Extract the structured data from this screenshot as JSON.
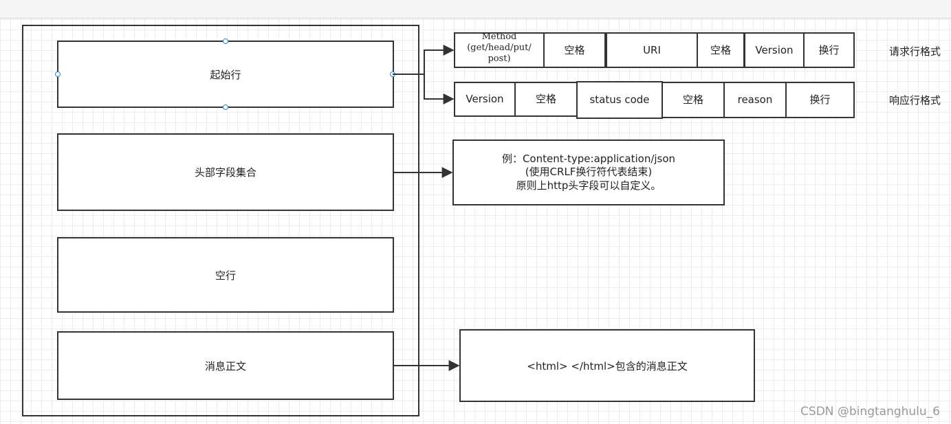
{
  "sections": {
    "start_line": "起始行",
    "headers": "头部字段集合",
    "blank_line": "空行",
    "body": "消息正文"
  },
  "request_line": {
    "label": "请求行格式",
    "method_lines": [
      "Method",
      "(get/head/put/",
      "post)"
    ],
    "space1": "空格",
    "uri": "URI",
    "space2": "空格",
    "version": "Version",
    "newline": "换行"
  },
  "response_line": {
    "label": "响应行格式",
    "version": "Version",
    "space1": "空格",
    "status_code": "status code",
    "space2": "空格",
    "reason": "reason",
    "newline": "换行"
  },
  "header_note": {
    "line1": "例：Content-type:application/json",
    "line2": "(使用CRLF换行符代表结束)",
    "line3": "原则上http头字段可以自定义。"
  },
  "body_note": "<html> </html>包含的消息正文",
  "watermark": "CSDN @bingtanghulu_6"
}
